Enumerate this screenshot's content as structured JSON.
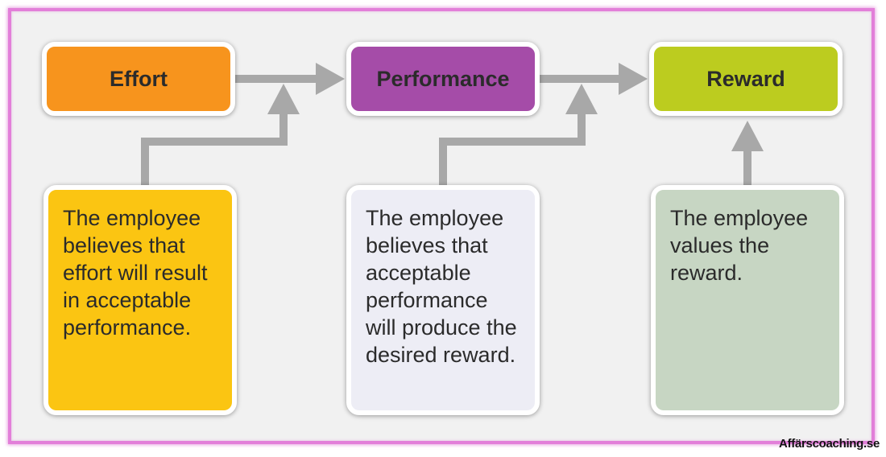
{
  "stages": [
    {
      "label": "Effort",
      "color": "#f7941d"
    },
    {
      "label": "Performance",
      "color": "#a54ca8"
    },
    {
      "label": "Reward",
      "color": "#bccc1f"
    }
  ],
  "descriptions": [
    {
      "text": "The employee believes that effort will result in acceptable performance.",
      "color": "#fbc512"
    },
    {
      "text": "The employee believes that acceptable performance will produce the desired reward.",
      "color": "#ededf5"
    },
    {
      "text": "The employee values the reward.",
      "color": "#c7d6c3"
    }
  ],
  "watermark": "Affärscoaching.se",
  "colors": {
    "arrow": "#a8a8a8",
    "frame": "#e27fd9",
    "background": "#f1f1f1"
  }
}
